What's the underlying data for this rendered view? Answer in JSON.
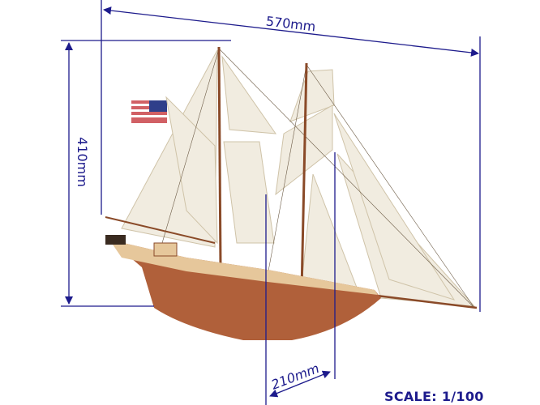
{
  "dimensions": {
    "length": "570mm",
    "height": "410mm",
    "width": "210mm"
  },
  "scale_label": "SCALE: 1/100",
  "colors": {
    "dimension_line": "#1d1b8c",
    "hull": "#b0603a",
    "deck": "#e6c79b",
    "sail": "#f1ece0"
  }
}
